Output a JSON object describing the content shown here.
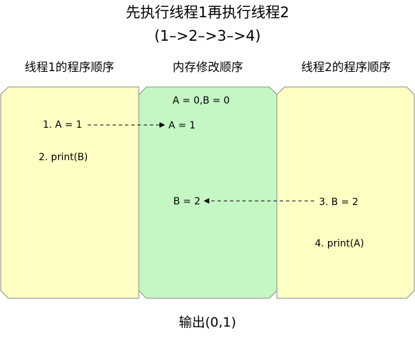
{
  "title": {
    "line1": "先执行线程1再执行线程2",
    "line2": "(1–>2–>3–>4)"
  },
  "columns": {
    "thread1": {
      "header": "线程1的程序顺序",
      "steps": [
        "1. A = 1",
        "2. print(B)"
      ]
    },
    "memory": {
      "header": "内存修改顺序",
      "initial": "A = 0,B = 0",
      "entries": [
        "A = 1",
        "B = 2"
      ]
    },
    "thread2": {
      "header": "线程2的程序顺序",
      "steps": [
        "3. B = 2",
        "4. print(A)"
      ]
    }
  },
  "output": "输出(0,1)",
  "colors": {
    "thread_panel": "#ffffc4",
    "memory_panel": "#c4f7c4",
    "border": "#8a8a8a",
    "arrow": "#000000"
  }
}
